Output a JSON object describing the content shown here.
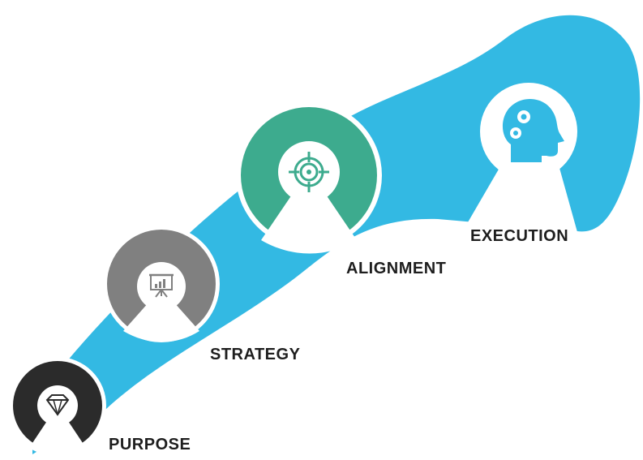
{
  "diagram": {
    "steps": [
      {
        "label": "PURPOSE",
        "icon": "diamond-icon",
        "color": "#2b2b2b"
      },
      {
        "label": "STRATEGY",
        "icon": "presentation-chart-icon",
        "color": "#808080"
      },
      {
        "label": "ALIGNMENT",
        "icon": "target-icon",
        "color": "#3dab8e"
      },
      {
        "label": "EXECUTION",
        "icon": "head-gears-icon",
        "color": "#33b9e3"
      }
    ],
    "path_color": "#33b9e3",
    "label_color": "#1e1e1e"
  }
}
